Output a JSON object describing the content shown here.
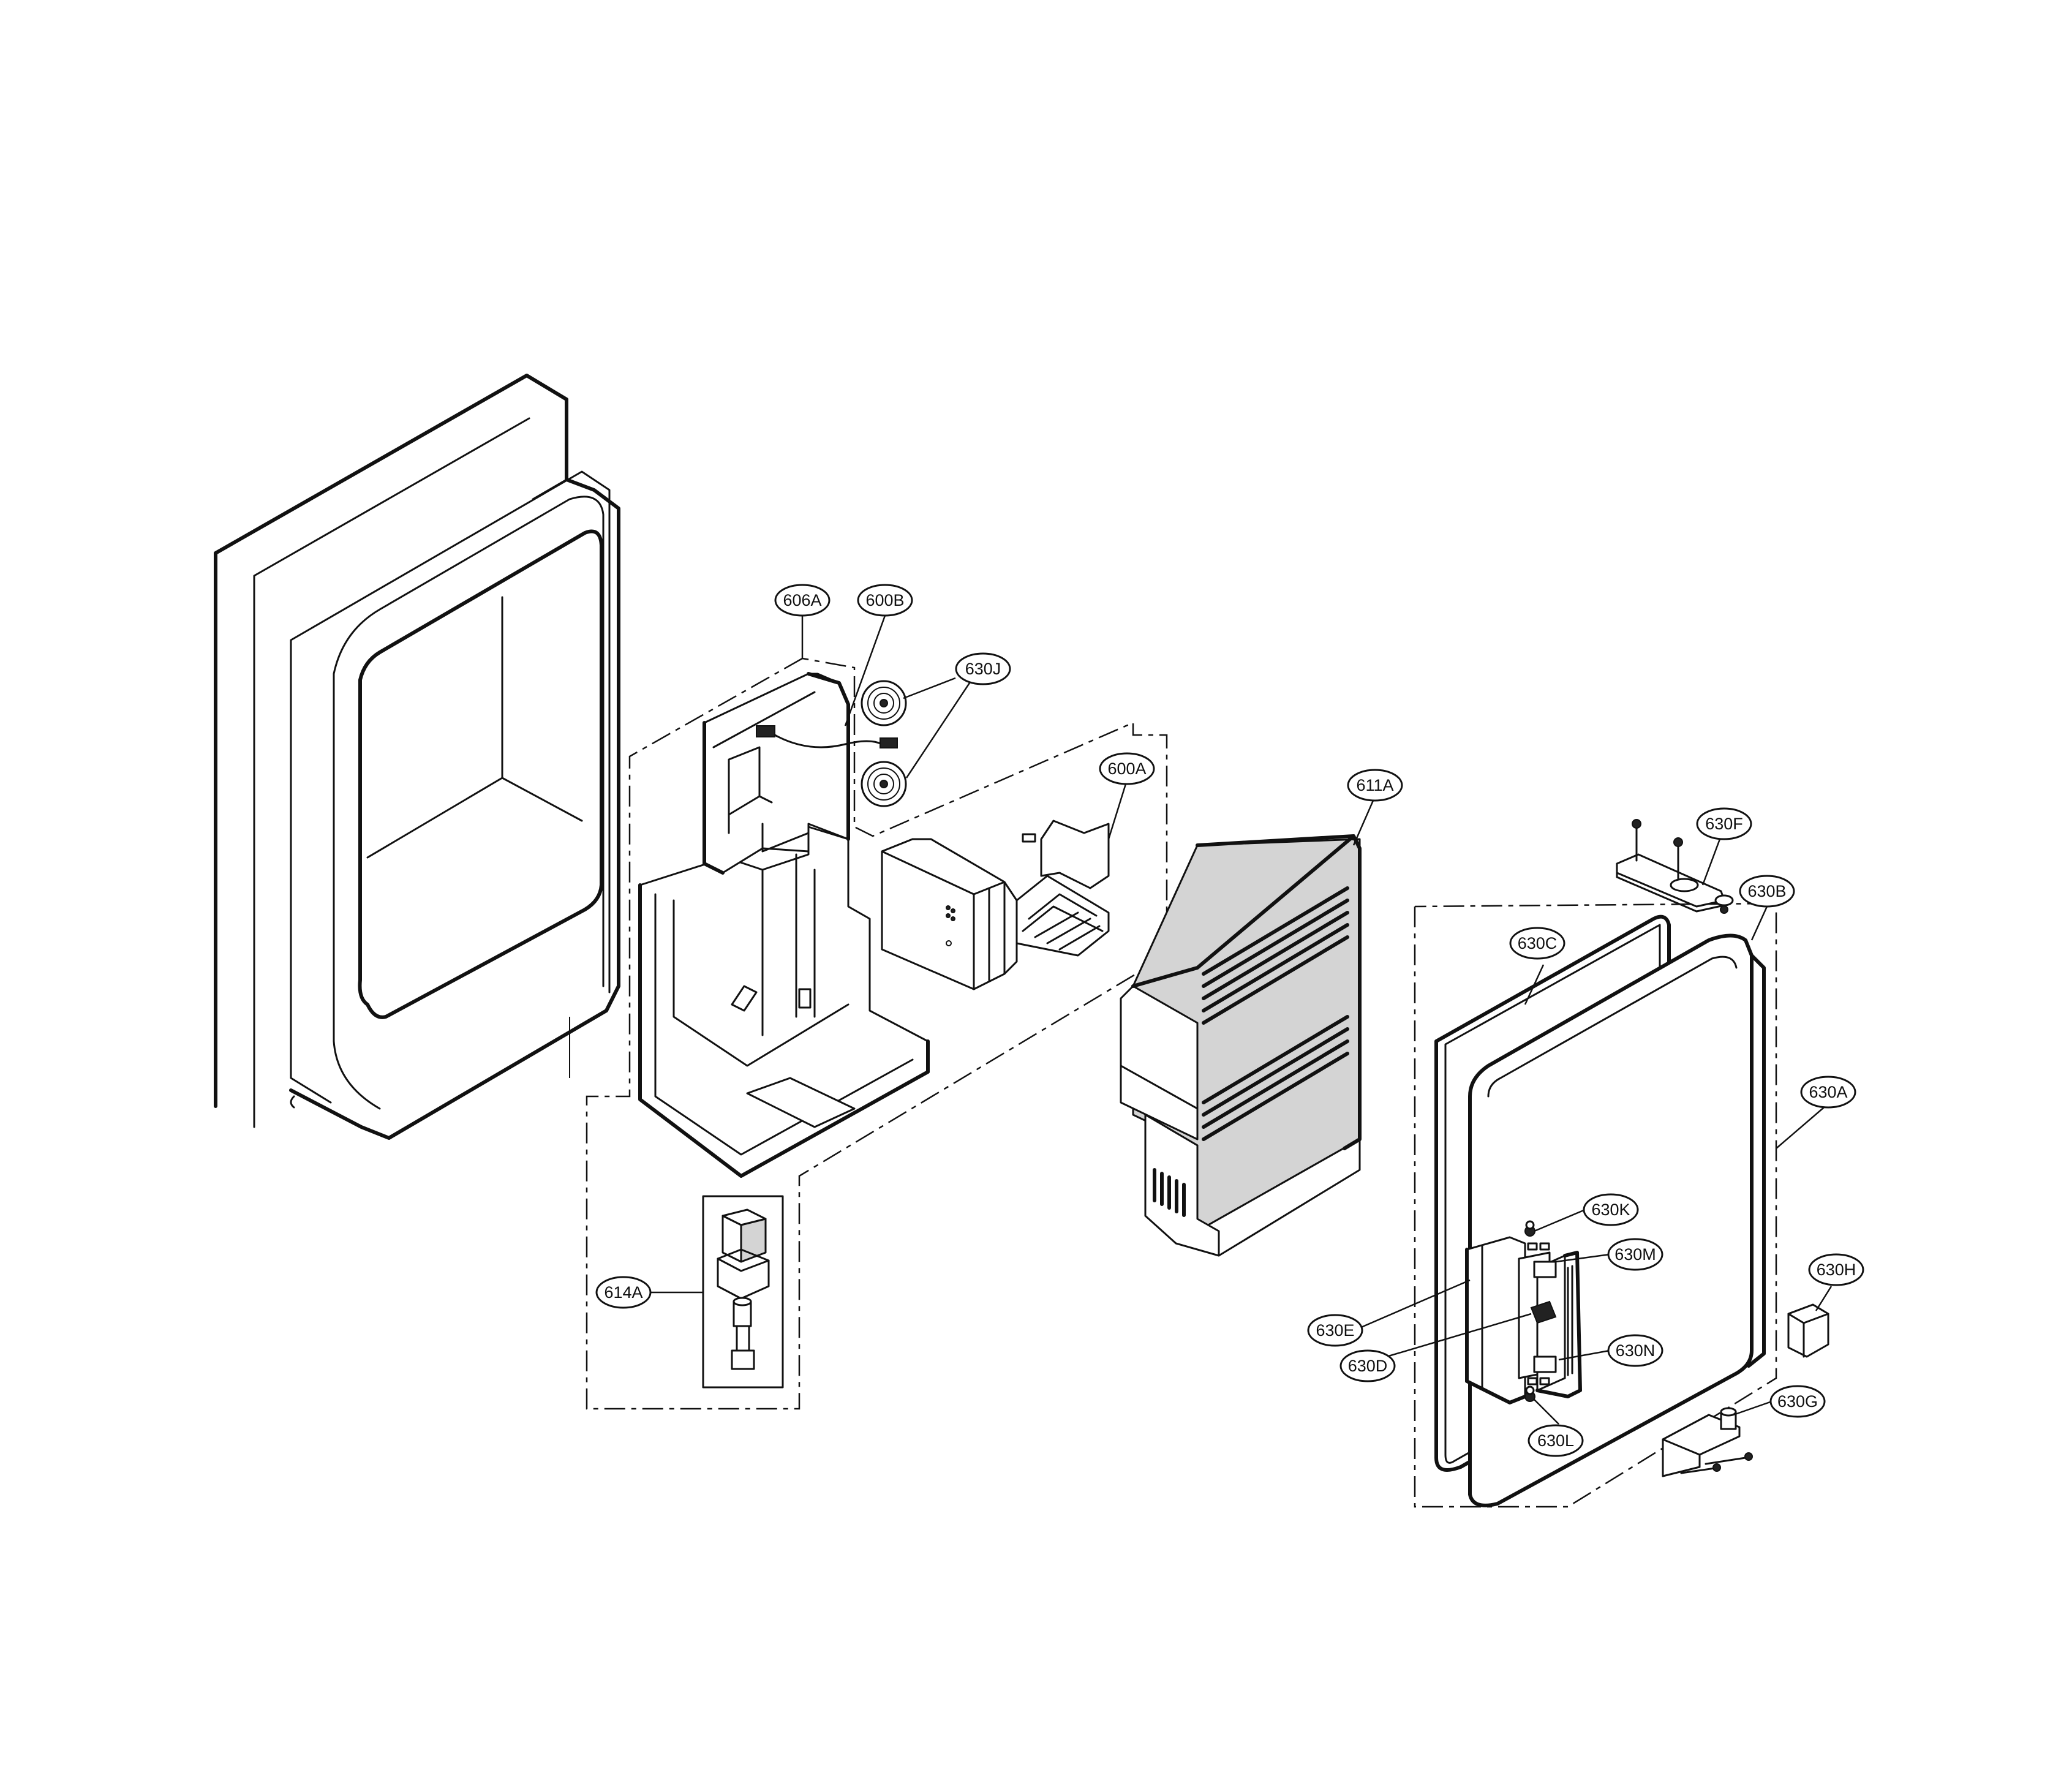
{
  "labels": {
    "p606A": "606A",
    "p600B": "600B",
    "p630J": "630J",
    "p600A": "600A",
    "p611A": "611A",
    "p630F": "630F",
    "p630B": "630B",
    "p630C": "630C",
    "p630A": "630A",
    "p630K": "630K",
    "p630M": "630M",
    "p630H": "630H",
    "p630E": "630E",
    "p630D": "630D",
    "p630N": "630N",
    "p630G": "630G",
    "p630L": "630L",
    "p614A": "614A"
  },
  "colors": {
    "line": "#111111",
    "shading": "#d4d4d4",
    "background": "#ffffff"
  }
}
